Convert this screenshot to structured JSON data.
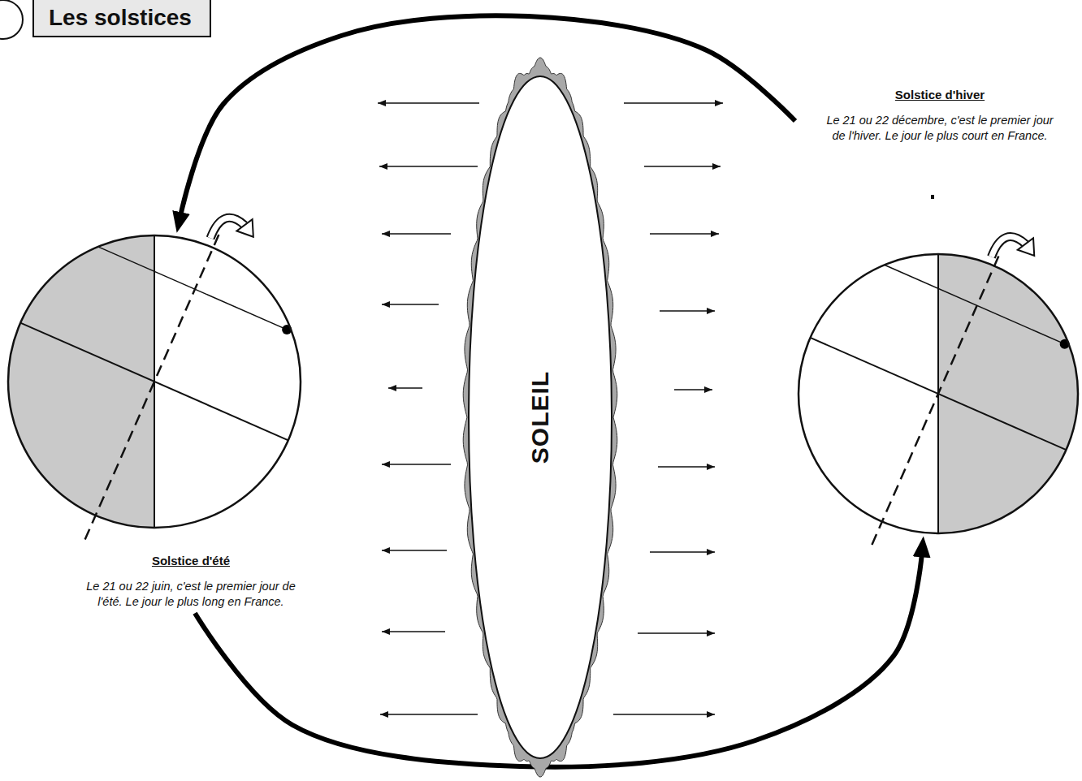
{
  "diagram": {
    "title": "Les solstices",
    "nodes": [
      {
        "text": [
          "Solstice d'hiver",
          "Le 21 ou 22 décembre, c'est le premier jour de l'hiver. Le jour le plus court en France."
        ]
      },
      {
        "text": [
          "SOLEIL"
        ]
      },
      {
        "text": [
          "Solstice d'été",
          "Le 21 ou 22 juin, c'est le premier jour de l'été. Le jour le plus long en France."
        ]
      }
    ],
    "edges": [
      {
        "from": 0,
        "to": 2,
        "arrow": "to"
      },
      {
        "from": 2,
        "to": 0,
        "arrow": "to"
      }
    ]
  }
}
